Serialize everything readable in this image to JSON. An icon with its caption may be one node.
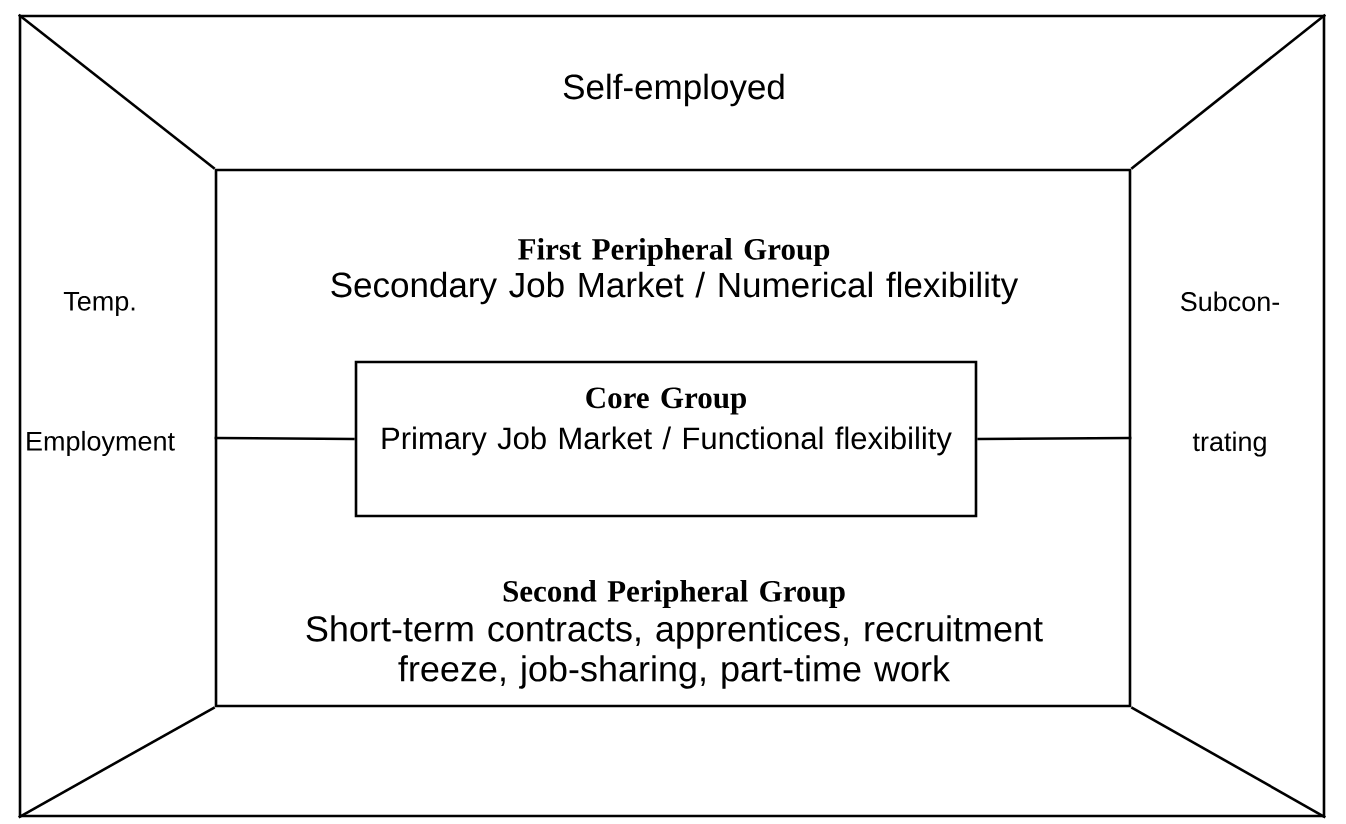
{
  "diagram": {
    "nodes": [
      {
        "text": [],
        "shape": "box"
      },
      {
        "text": [
          "First Peripheral Group",
          "Secondary Job Market / Numerical flexibility",
          "Second Peripheral Group",
          "Short-term contracts, apprentices, recruitment freeze, job-sharing, part-time work"
        ],
        "in": 0
      },
      {
        "text": [
          "Core Group",
          "Primary Job Market / Functional flexibility"
        ],
        "in": 1
      }
    ],
    "edges": [
      {
        "from": 0,
        "to": 1,
        "arrow": "none"
      },
      {
        "from": 0,
        "to": 1,
        "arrow": "none"
      },
      {
        "from": 0,
        "to": 1,
        "arrow": "none"
      },
      {
        "from": 0,
        "to": 1,
        "arrow": "none"
      },
      {
        "from": 1,
        "to": 2,
        "arrow": "none"
      },
      {
        "from": 2,
        "to": 1,
        "arrow": "none"
      }
    ],
    "labels": [
      "Self-employed",
      "Temp. Employment",
      "Subcon- trating"
    ]
  }
}
